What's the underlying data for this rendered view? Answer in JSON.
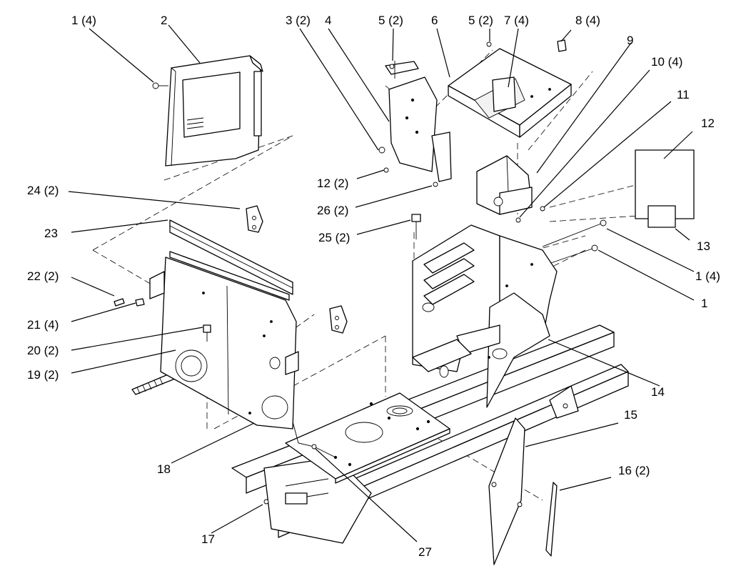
{
  "callouts": [
    {
      "text": "1 (4)"
    },
    {
      "text": "2"
    },
    {
      "text": "3 (2)"
    },
    {
      "text": "4"
    },
    {
      "text": "5 (2)"
    },
    {
      "text": "6"
    },
    {
      "text": "5 (2)"
    },
    {
      "text": "7 (4)"
    },
    {
      "text": "8 (4)"
    },
    {
      "text": "9"
    },
    {
      "text": "10 (4)"
    },
    {
      "text": "11"
    },
    {
      "text": "12"
    },
    {
      "text": "12 (2)"
    },
    {
      "text": "26 (2)"
    },
    {
      "text": "25 (2)"
    },
    {
      "text": "13"
    },
    {
      "text": "1 (4)"
    },
    {
      "text": "1"
    },
    {
      "text": "24 (2)"
    },
    {
      "text": "23"
    },
    {
      "text": "22 (2)"
    },
    {
      "text": "21 (4)"
    },
    {
      "text": "20 (2)"
    },
    {
      "text": "19 (2)"
    },
    {
      "text": "14"
    },
    {
      "text": "15"
    },
    {
      "text": "16 (2)"
    },
    {
      "text": "18"
    },
    {
      "text": "17"
    },
    {
      "text": "27"
    }
  ]
}
